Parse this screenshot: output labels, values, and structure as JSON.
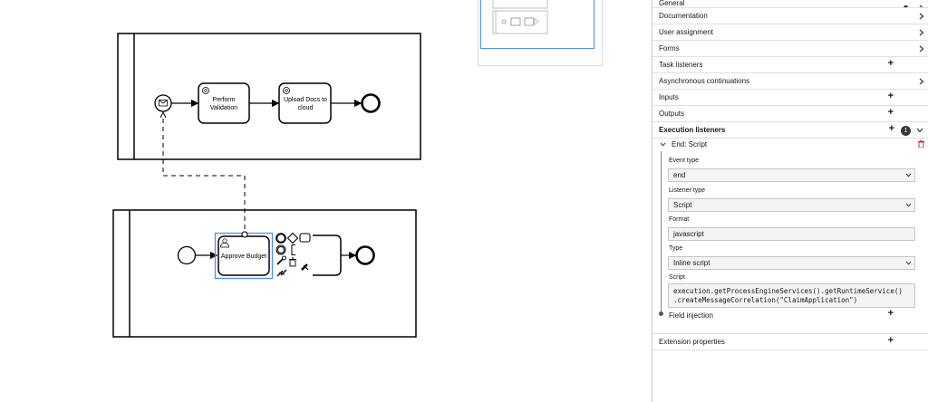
{
  "diagram": {
    "task_perform_validation": "Perform Validation",
    "task_perform_validation_line1": "Perform",
    "task_perform_validation_line2": "Validation",
    "task_upload_docs_line1": "Upload Docs to",
    "task_upload_docs_line2": "cloud",
    "task_approve_budget": "Approve Budget"
  },
  "panel": {
    "groups_top": [
      {
        "label": "General",
        "action": "dot"
      },
      {
        "label": "Documentation",
        "action": "chevron"
      },
      {
        "label": "User assignment",
        "action": "chevron"
      },
      {
        "label": "Forms",
        "action": "chevron"
      },
      {
        "label": "Task listeners",
        "action": "plus"
      },
      {
        "label": "Asynchronous continuations",
        "action": "chevron"
      },
      {
        "label": "Inputs",
        "action": "plus"
      },
      {
        "label": "Outputs",
        "action": "plus"
      }
    ],
    "execution_listeners": {
      "label": "Execution listeners",
      "count": "1",
      "entry_title": "End: Script",
      "event_type_label": "Event type",
      "event_type_value": "end",
      "listener_type_label": "Listener type",
      "listener_type_value": "Script",
      "format_label": "Format",
      "format_value": "javascript",
      "type_label": "Type",
      "type_value": "Inline script",
      "script_label": "Script",
      "script_value": "execution.getProcessEngineServices().getRuntimeService()\n.createMessageCorrelation(\"ClaimApplication\")",
      "field_injection_label": "Field injection"
    },
    "extension_properties_label": "Extension properties",
    "icons": {
      "plus": "+",
      "chevron_right": ">",
      "chevron_down": "⌄",
      "select_arrow": "⌄",
      "trash": "🗑"
    }
  }
}
